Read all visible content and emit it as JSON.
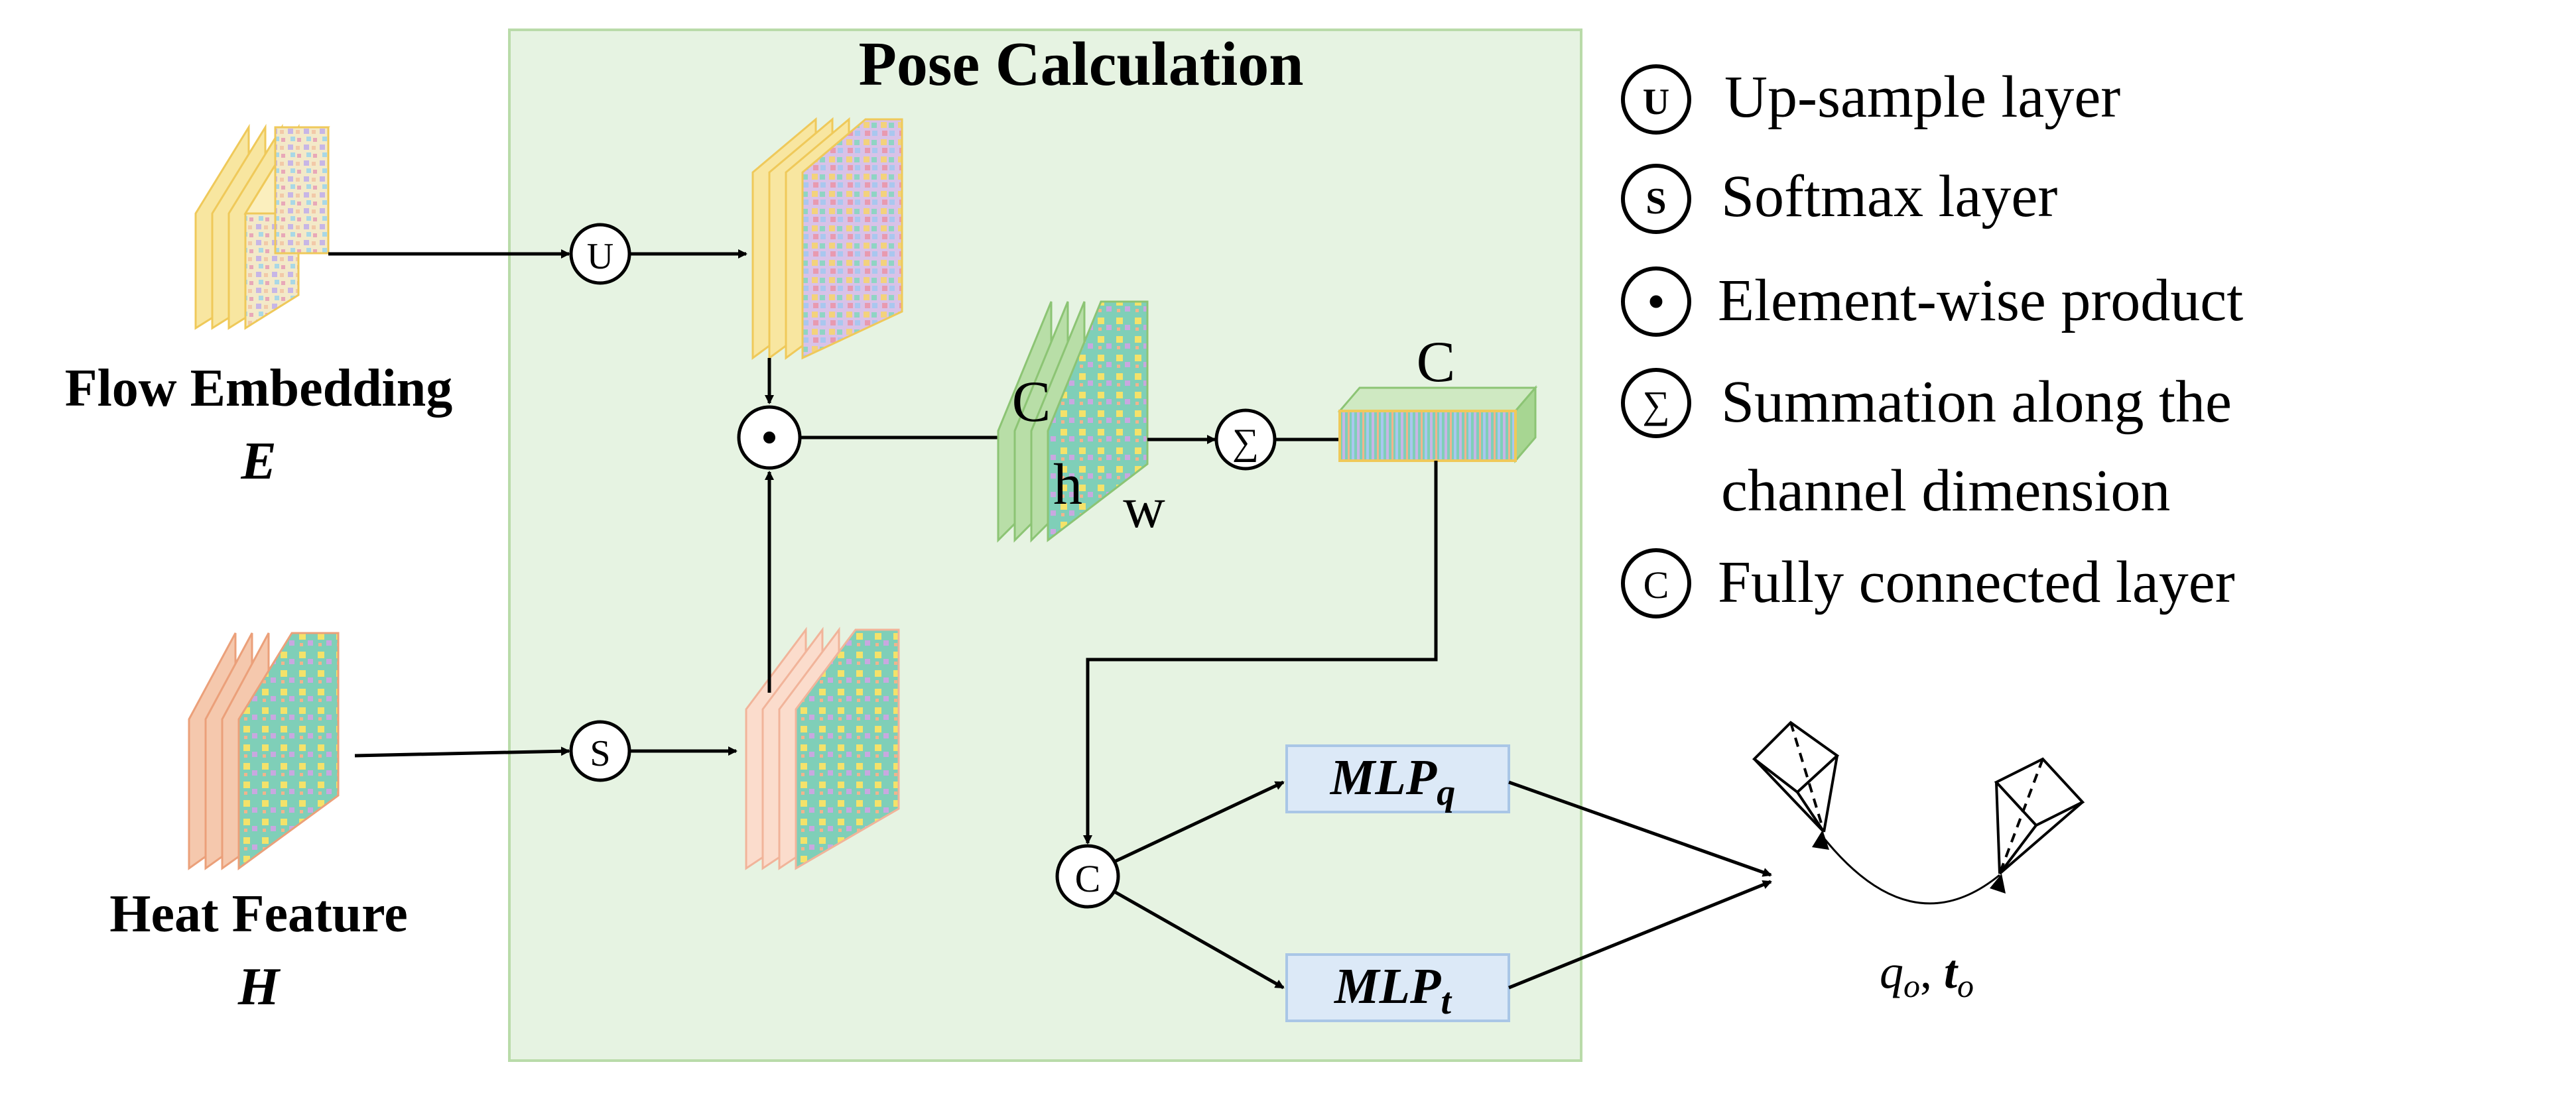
{
  "pose_calculation": {
    "title": "Pose Calculation",
    "box_fill": "#e6f3e2",
    "box_stroke": "#b9dba9"
  },
  "inputs": {
    "flow_label": "Flow Embedding",
    "flow_symbol": "E",
    "heat_label": "Heat Feature",
    "heat_symbol": "H"
  },
  "operators": {
    "upsample": "U",
    "softmax": "S",
    "product": "⊙",
    "sum": "∑",
    "concat": "C"
  },
  "dims": {
    "c_label": "C",
    "h_label": "h",
    "w_label": "w",
    "c_vec_label": "C"
  },
  "mlp": {
    "q_main": "MLP",
    "q_sub": "q",
    "t_main": "MLP",
    "t_sub": "t",
    "box_fill": "#dce9f7",
    "box_stroke": "#a9c6e6"
  },
  "output": {
    "q": "q",
    "q_sub": "o",
    "sep": ", ",
    "t": "t",
    "t_sub": "o"
  },
  "legend": [
    {
      "symbol": "U",
      "text": "Up-sample layer",
      "icon": "upsample-icon"
    },
    {
      "symbol": "S",
      "text": "Softmax layer",
      "icon": "softmax-icon"
    },
    {
      "symbol": "•",
      "text": "Element-wise product",
      "icon": "product-icon"
    },
    {
      "symbol": "∑",
      "text": "Summation along the",
      "text2": "channel dimension",
      "icon": "sum-icon"
    },
    {
      "symbol": "C",
      "text": "Fully connected layer",
      "icon": "concat-icon"
    }
  ],
  "colors": {
    "flow_feature": "#f6d97a",
    "heat_feature": "#f2b48c",
    "channel_block": "#9fd18b",
    "teal_fill": "#7fcfb8",
    "arrow": "#000000"
  }
}
